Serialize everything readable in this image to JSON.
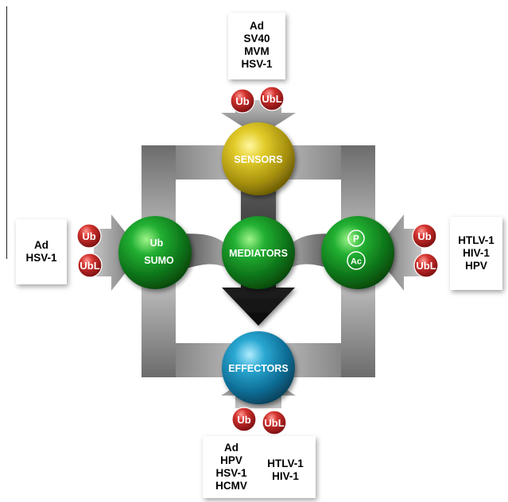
{
  "nodes": {
    "sensors": {
      "label": "SENSORS"
    },
    "mediators": {
      "label": "MEDIATORS"
    },
    "effectors": {
      "label": "EFFECTORS"
    },
    "left": {
      "labels": [
        "Ub",
        "SUMO"
      ]
    },
    "right": {
      "labels": [
        "P",
        "Ac"
      ]
    }
  },
  "modifier_badges": {
    "ub": "Ub",
    "ubl": "UbL"
  },
  "virus_boxes": {
    "top": [
      "Ad",
      "SV40",
      "MVM",
      "HSV-1"
    ],
    "left": [
      "Ad",
      "HSV-1"
    ],
    "right": [
      "HTLV-1",
      "HIV-1",
      "HPV"
    ],
    "bottom_left": [
      "Ad",
      "HPV",
      "HSV-1",
      "HCMV"
    ],
    "bottom_right": [
      "HTLV-1",
      "HIV-1"
    ]
  },
  "colors": {
    "sensors": "#d8c21a",
    "mediators": "#1a9a2a",
    "effectors": "#2a98c2",
    "modifier_badge": "#c4262c",
    "frame": "#8c8c8c",
    "central_arrow": "#1a1a1a"
  }
}
